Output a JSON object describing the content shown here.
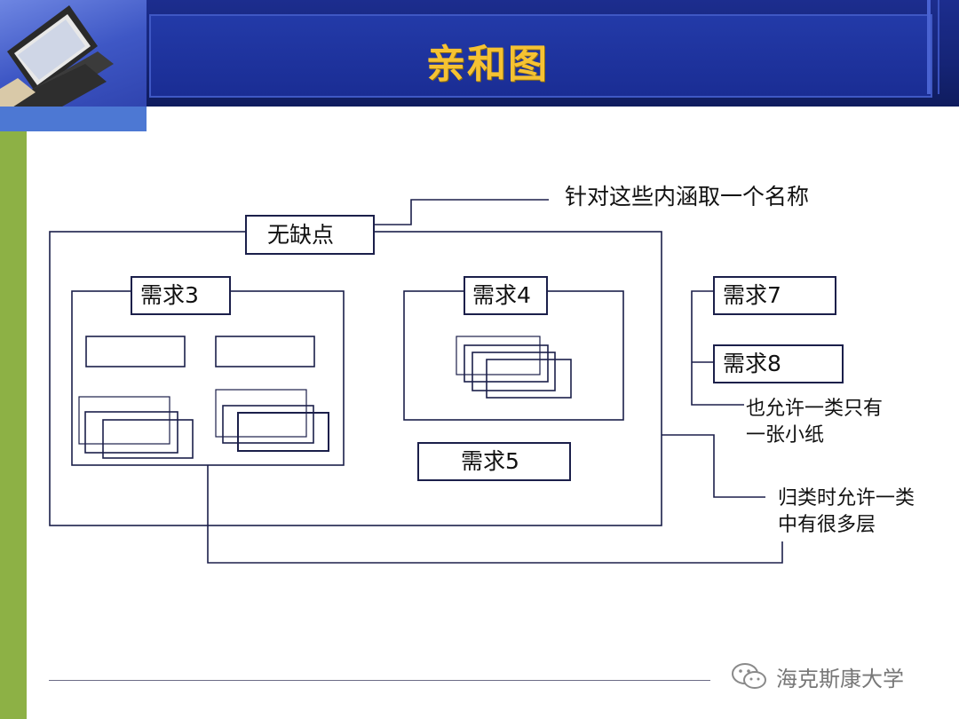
{
  "slide": {
    "title": "亲和图",
    "watermark": "海克斯康大学"
  },
  "diagram": {
    "group_name_label": "无缺点",
    "groups": [
      {
        "label": "需求3"
      },
      {
        "label": "需求4"
      },
      {
        "label": "需求5"
      },
      {
        "label": "需求7"
      },
      {
        "label": "需求8"
      }
    ],
    "annotations": {
      "name_note": "针对这些内涵取一个名称",
      "single_note_line1": "也允许一类只有",
      "single_note_line2": "一张小纸",
      "layer_note_line1": "归类时允许一类",
      "layer_note_line2": "中有很多层"
    }
  },
  "colors": {
    "header_blue": "#1c2d8e",
    "title_gold": "#f6c232",
    "side_green": "#8db145",
    "tab_blue": "#4d78d3",
    "box_stroke": "#1b1f4a"
  }
}
